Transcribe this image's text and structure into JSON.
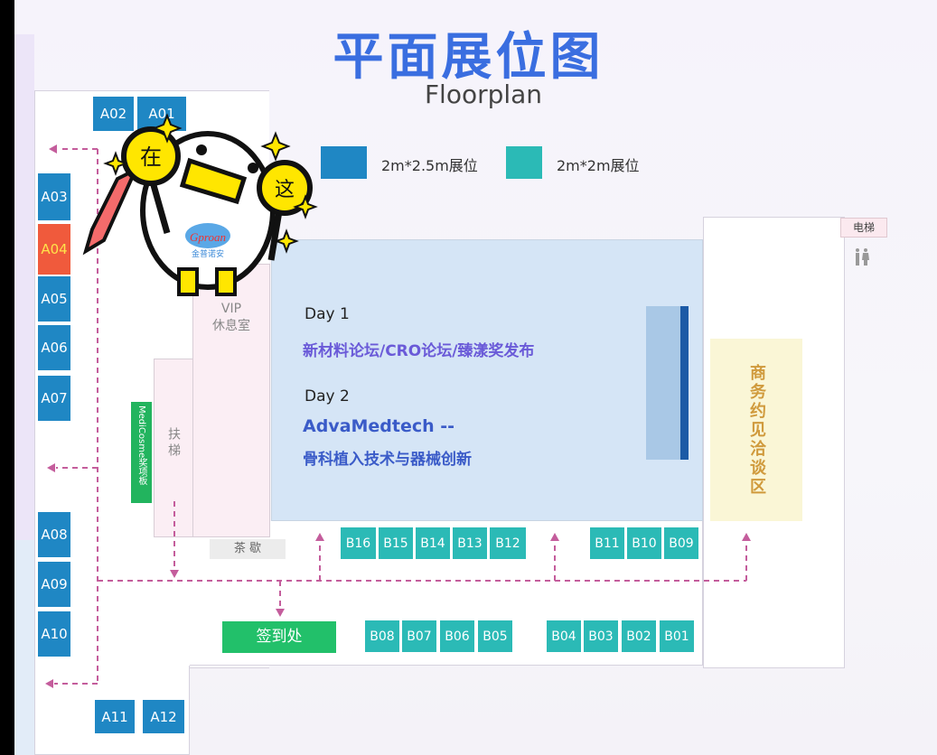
{
  "header": {
    "title": "平面展位图",
    "subtitle": "Floorplan"
  },
  "legend": [
    {
      "label": "2m*2.5m展位",
      "color": "#1f87c4"
    },
    {
      "label": "2m*2m展位",
      "color": "#2bbab6"
    }
  ],
  "booths_a": [
    "A01",
    "A02",
    "A03",
    "A04",
    "A05",
    "A06",
    "A07",
    "A08",
    "A09",
    "A10",
    "A11",
    "A12"
  ],
  "highlighted_booth": "A04",
  "booths_b_row1": [
    "B16",
    "B15",
    "B14",
    "B13",
    "B12",
    "B11",
    "B10",
    "B09"
  ],
  "booths_b_row2": [
    "B08",
    "B07",
    "B06",
    "B05",
    "B04",
    "B03",
    "B02",
    "B01"
  ],
  "stage": {
    "day1_label": "Day 1",
    "day1_text": "新材料论坛/CRO论坛/臻漾奖发布",
    "day2_label": "Day 2",
    "day2_line1": "AdvaMedtech --",
    "day2_line2": "骨科植入技术与器械创新"
  },
  "areas": {
    "vip": "VIP",
    "vip2": "休息室",
    "escalator": "扶梯",
    "tea": "茶 歇",
    "board": "MediCosme奖项板",
    "business": "商务约见洽谈区",
    "checkin": "签到处",
    "elevator": "电梯"
  },
  "mascot": {
    "sign_left": "在",
    "sign_right": "这",
    "logo": "Gproan",
    "logo_sub": "金普诺安"
  }
}
